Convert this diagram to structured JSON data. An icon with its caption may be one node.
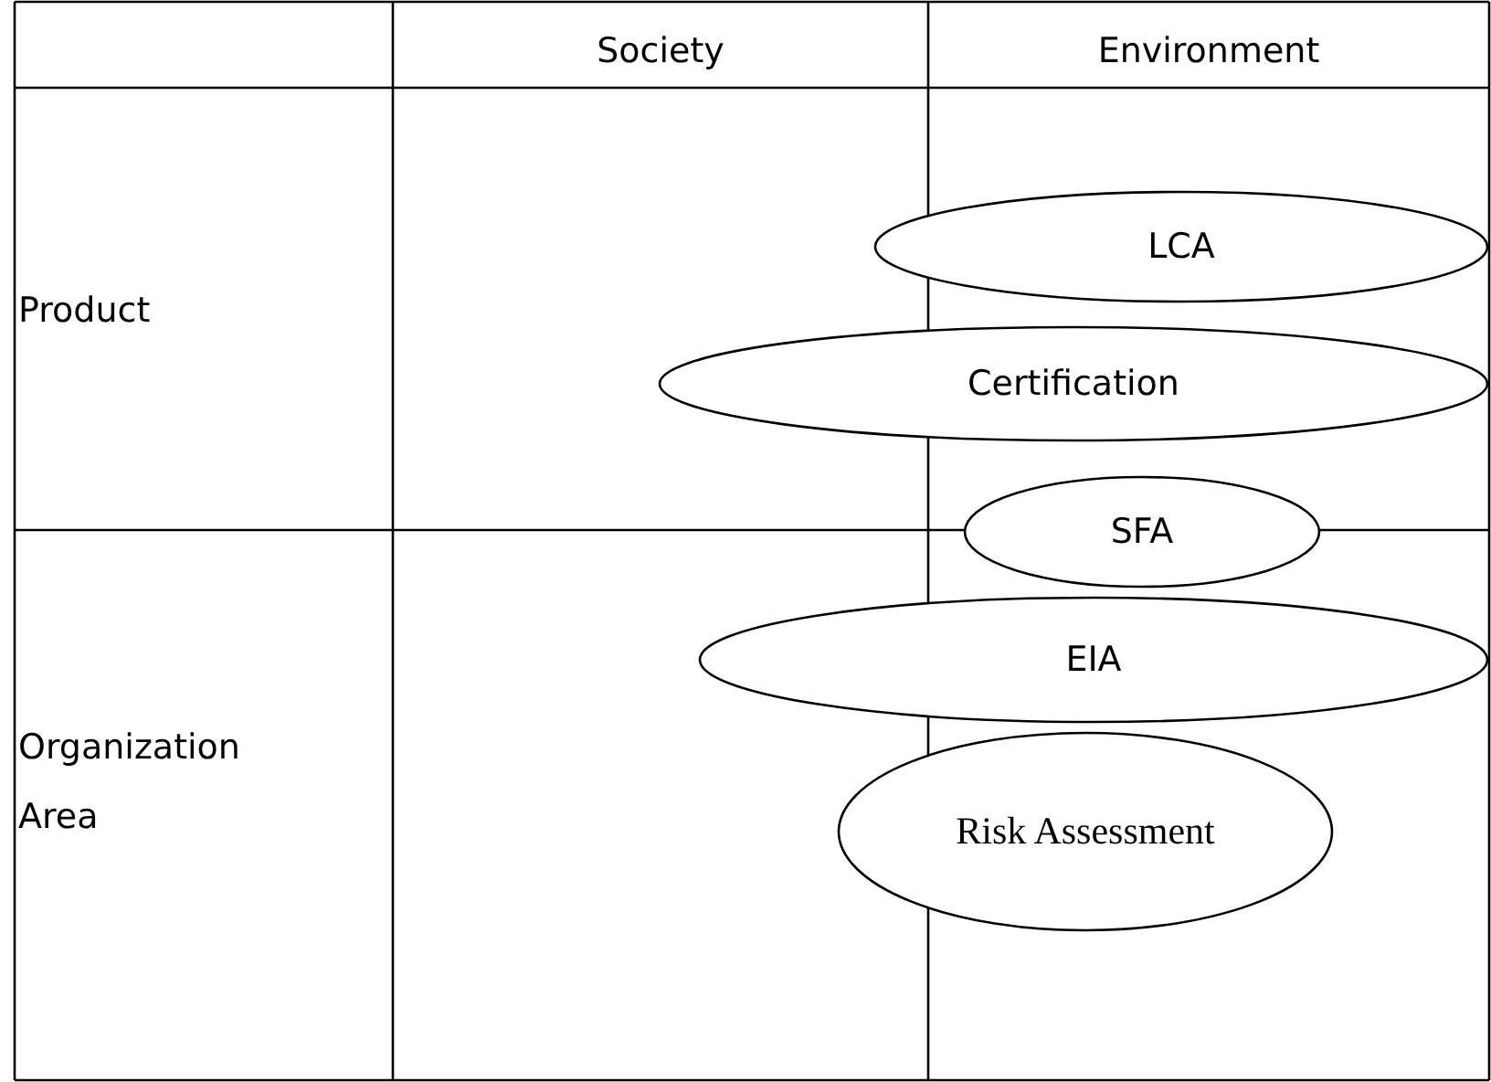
{
  "diagram": {
    "nodes": [
      {
        "text": [
          "LCA"
        ]
      },
      {
        "text": [
          "Certification"
        ]
      },
      {
        "text": [
          "SFA"
        ]
      },
      {
        "text": [
          "EIA"
        ]
      },
      {
        "text": [
          "Risk Assessment"
        ]
      }
    ],
    "labels": [
      "Society",
      "Environment",
      "Product",
      "Organization Area"
    ]
  }
}
